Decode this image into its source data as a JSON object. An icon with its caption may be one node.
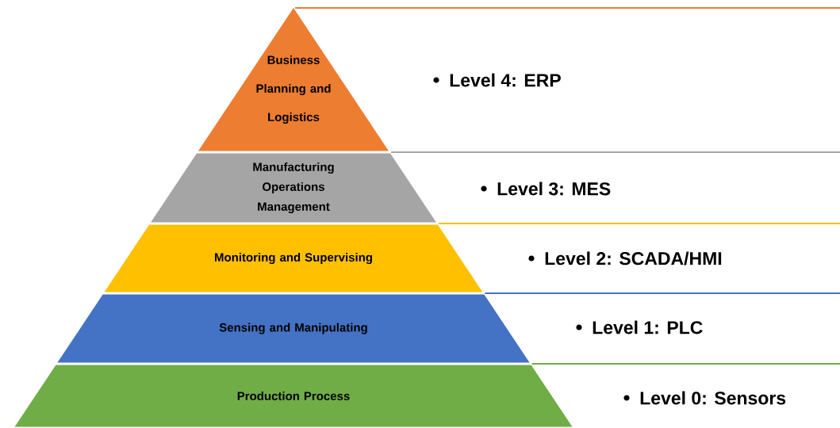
{
  "diagram": {
    "nodes": [
      {
        "text": [
          "Business Planning and Logistics"
        ]
      },
      {
        "text": [
          "Level 4: ERP"
        ]
      },
      {
        "text": [
          "Manufacturing Operations Management"
        ]
      },
      {
        "text": [
          "Level 3: MES"
        ]
      },
      {
        "text": [
          "Monitoring and Supervising"
        ]
      },
      {
        "text": [
          "Level 2: SCADA/HMI"
        ]
      },
      {
        "text": [
          "Sensing and Manipulating"
        ]
      },
      {
        "text": [
          "Level 1: PLC"
        ]
      },
      {
        "text": [
          "Production Process"
        ]
      },
      {
        "text": [
          "Level 0: Sensors"
        ]
      }
    ]
  }
}
